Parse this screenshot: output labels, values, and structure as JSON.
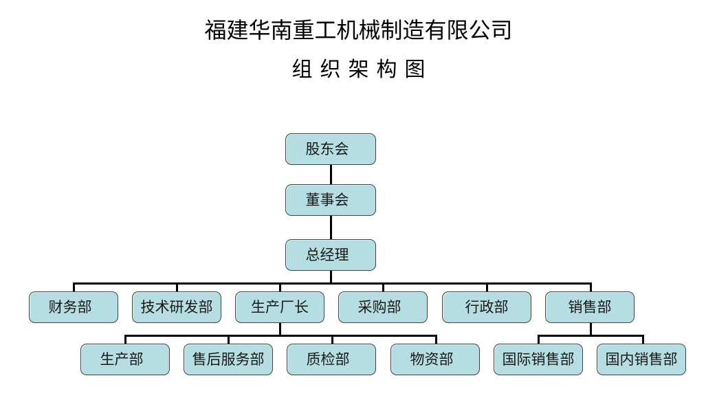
{
  "document": {
    "title_line1": "福建华南重工机械制造有限公司",
    "title_line2": "组织架构图"
  },
  "theme": {
    "node_fill": "#b6dee2",
    "node_border": "#414141",
    "connector": "#000000",
    "text": "#1a1a1a",
    "background": "#ffffff"
  },
  "chart_data": {
    "type": "org-chart",
    "title": "福建华南重工机械制造有限公司 组织架构图",
    "levels": [
      {
        "level": 1,
        "nodes": [
          "股东会"
        ]
      },
      {
        "level": 2,
        "nodes": [
          "董事会"
        ]
      },
      {
        "level": 3,
        "nodes": [
          "总经理"
        ]
      },
      {
        "level": 4,
        "nodes": [
          "财务部",
          "技术研发部",
          "生产厂长",
          "采购部",
          "行政部",
          "销售部"
        ]
      },
      {
        "level": 5,
        "nodes": [
          "生产部",
          "售后服务部",
          "质检部",
          "物资部",
          "国际销售部",
          "国内销售部"
        ]
      }
    ],
    "edges": [
      {
        "from": "股东会",
        "to": "董事会"
      },
      {
        "from": "董事会",
        "to": "总经理"
      },
      {
        "from": "总经理",
        "to": "财务部"
      },
      {
        "from": "总经理",
        "to": "技术研发部"
      },
      {
        "from": "总经理",
        "to": "生产厂长"
      },
      {
        "from": "总经理",
        "to": "采购部"
      },
      {
        "from": "总经理",
        "to": "行政部"
      },
      {
        "from": "总经理",
        "to": "销售部"
      },
      {
        "from": "生产厂长",
        "to": "生产部"
      },
      {
        "from": "生产厂长",
        "to": "售后服务部"
      },
      {
        "from": "生产厂长",
        "to": "质检部"
      },
      {
        "from": "生产厂长",
        "to": "物资部"
      },
      {
        "from": "销售部",
        "to": "国际销售部"
      },
      {
        "from": "销售部",
        "to": "国内销售部"
      }
    ]
  },
  "nodes": {
    "shareholders": "股东会",
    "board": "董事会",
    "general_manager": "总经理",
    "finance": "财务部",
    "tech_rd": "技术研发部",
    "production_director": "生产厂长",
    "purchasing": "采购部",
    "administration": "行政部",
    "sales": "销售部",
    "production": "生产部",
    "after_sales": "售后服务部",
    "quality": "质检部",
    "materials": "物资部",
    "international_sales": "国际销售部",
    "domestic_sales": "国内销售部"
  }
}
